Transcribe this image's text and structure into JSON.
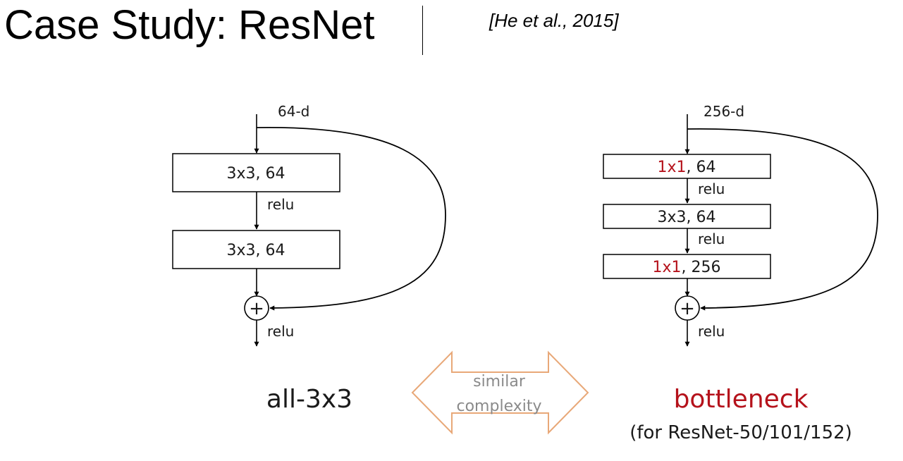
{
  "title": "Case Study: ResNet",
  "citation": "[He et al., 2015]",
  "colors": {
    "accent_red": "#b5121b",
    "arrow_outline": "#e8a878",
    "similar_text": "#8a8a8a"
  },
  "left_block": {
    "input_label": "64-d",
    "layer1": "3x3, 64",
    "relu1": "relu",
    "layer2": "3x3, 64",
    "plus": "+",
    "relu_out": "relu",
    "caption": "all-3x3"
  },
  "right_block": {
    "input_label": "256-d",
    "layer1_kernel": "1x1",
    "layer1_rest": ", 64",
    "relu1": "relu",
    "layer2": "3x3, 64",
    "relu2": "relu",
    "layer3_kernel": "1x1",
    "layer3_rest": ", 256",
    "plus": "+",
    "relu_out": "relu",
    "caption": "bottleneck",
    "subcaption": "(for ResNet-50/101/152)"
  },
  "comparison": {
    "line1": "similar",
    "line2": "complexity"
  }
}
